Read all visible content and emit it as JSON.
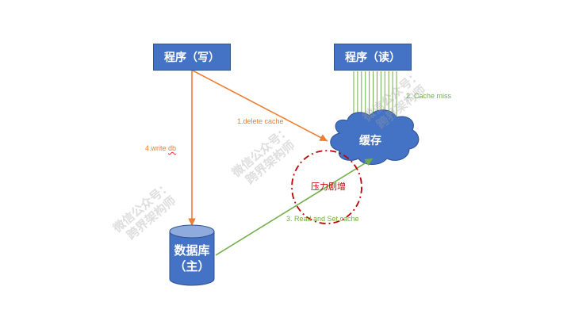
{
  "diagram": {
    "nodes": {
      "writer": {
        "label": "程序（写）",
        "color": "#4472c4"
      },
      "reader": {
        "label": "程序（读）",
        "color": "#4472c4"
      },
      "cache": {
        "label": "缓存",
        "shape": "cloud",
        "color": "#4472c4"
      },
      "database": {
        "line1": "数据库",
        "line2": "（主）",
        "shape": "cylinder",
        "color": "#4472c4"
      }
    },
    "edges": [
      {
        "id": "delete-cache",
        "from": "writer",
        "to": "cache",
        "label": "1.delete cache",
        "color": "#ed7d31"
      },
      {
        "id": "cache-miss",
        "from": "reader",
        "to": "cache",
        "label": "2. Cache miss",
        "color": "#70ad47",
        "count": 12
      },
      {
        "id": "read-set-cache",
        "from": "database",
        "to": "cache",
        "label": "3. Read and Set cache",
        "color": "#70ad47"
      },
      {
        "id": "write-db",
        "from": "writer",
        "to": "database",
        "label_prefix": "4.write ",
        "label_suffix": "db",
        "color": "#ed7d31"
      }
    ],
    "highlight": {
      "label": "压力剧增",
      "color": "#c00000",
      "style": "dash-dot"
    },
    "watermark": {
      "line1": "微信公众号：",
      "line2": "跨界架构师"
    }
  }
}
